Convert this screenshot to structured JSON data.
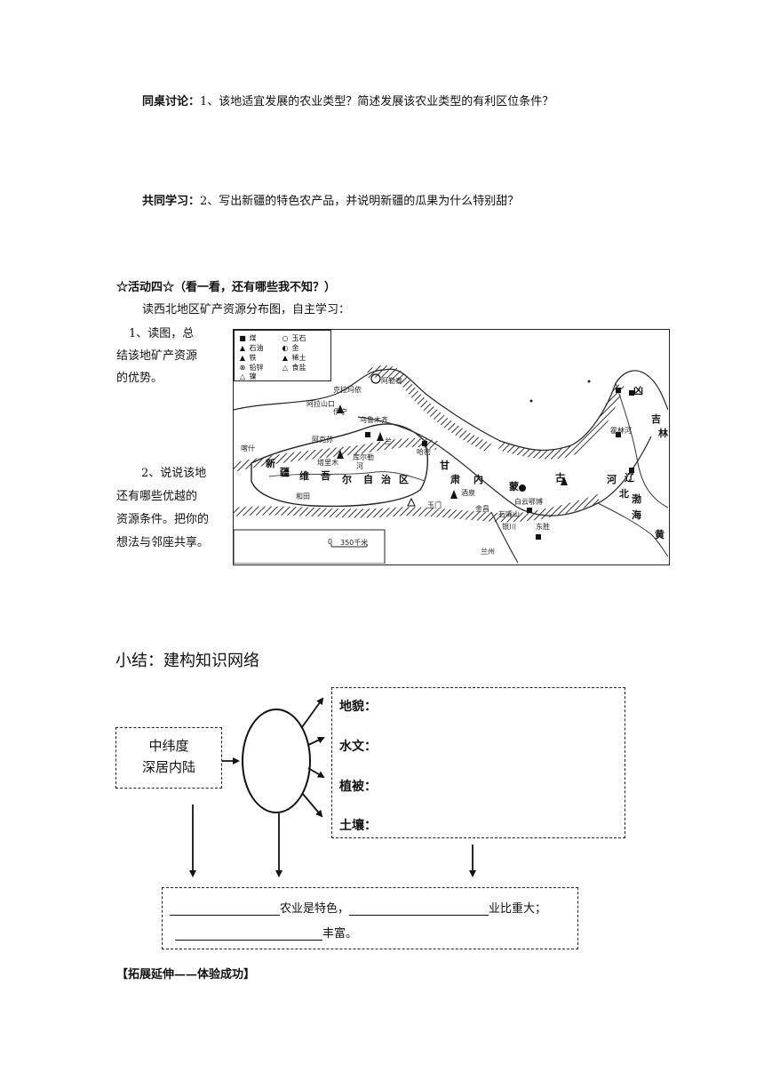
{
  "discussion": {
    "label": "同桌讨论：",
    "text": "1、该地适宜发展的农业类型？简述发展该农业类型的有利区位条件？"
  },
  "study": {
    "label": "共同学习：",
    "text": "2、写出新疆的特色农产品，并说明新疆的瓜果为什么特别甜？"
  },
  "activity4": {
    "title": "☆活动四☆（看一看，还有哪些我不知？）",
    "intro": "读西北地区矿产资源分布图，自主学习：",
    "q1_lines": [
      "1、读图，总",
      "结该地矿产资源",
      "的优势。"
    ],
    "q2_lines": [
      "2、说说该地",
      "还有哪些优越的",
      "资源条件。把你的",
      "想法与邻座共享。"
    ]
  },
  "map": {
    "legend": [
      {
        "symbol": "■",
        "label": "煤"
      },
      {
        "symbol": "○",
        "label": "玉石"
      },
      {
        "symbol": "▲",
        "label": "石油"
      },
      {
        "symbol": "◐",
        "label": "金"
      },
      {
        "symbol": "▲",
        "label": "铁"
      },
      {
        "symbol": "▲",
        "label": "稀土"
      },
      {
        "symbol": "⊗",
        "label": "铅锌"
      },
      {
        "symbol": "△",
        "label": "食盐"
      },
      {
        "symbol": "△",
        "label": "镍"
      }
    ],
    "places": [
      "阿勒泰",
      "克拉玛依",
      "阿拉山口",
      "伊宁",
      "乌鲁木齐",
      "兰",
      "阿克苏",
      "库尔勒",
      "哈密",
      "喀什",
      "和田",
      "塔里木",
      "河",
      "酒泉",
      "玉门",
      "金昌",
      "石嘴山",
      "银川",
      "兰州",
      "东胜",
      "白云鄂博",
      "霍林河",
      "吉",
      "林",
      "辽",
      "渤",
      "海",
      "黄",
      "凶"
    ],
    "region_chars": [
      "新",
      "疆",
      "维",
      "吾",
      "尔",
      "自",
      "治",
      "区",
      "甘",
      "内",
      "蒙",
      "古",
      "肃",
      "河",
      "北"
    ],
    "scale_label": "350千米",
    "scale_zero": "0"
  },
  "summary": {
    "title": "小结：建构知识网络",
    "left_box": [
      "中纬度",
      "深居内陆"
    ],
    "right_box_items": [
      "地貌：",
      "水文：",
      "植被：",
      "土壤："
    ],
    "bottom_line1_a": "农业是特色，",
    "bottom_line1_b": "业比重大；",
    "bottom_line2": "丰富。"
  },
  "extension": {
    "title": "【拓展延伸——体验成功】"
  }
}
